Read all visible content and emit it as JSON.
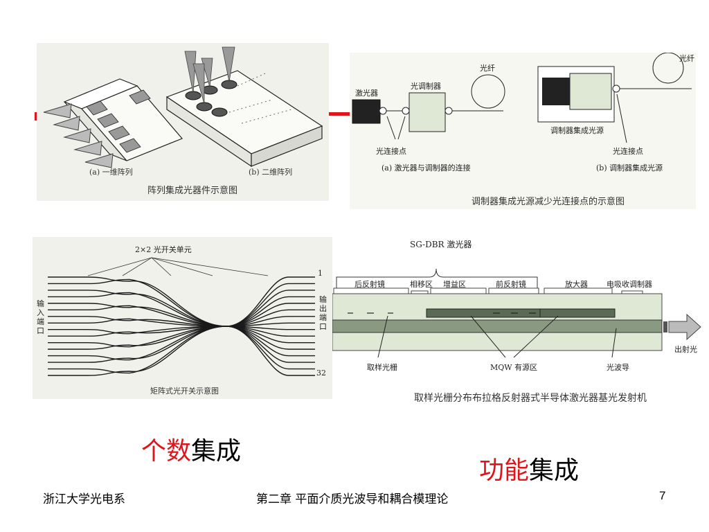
{
  "fig_array": {
    "label_a": "(a) 一维阵列",
    "label_b": "(b) 二维阵列",
    "caption": "阵列集成光器件示意图"
  },
  "fig_modulator": {
    "laser": "激光器",
    "modulator": "光调制器",
    "fiber_a": "光纤",
    "junction_a": "光连接点",
    "sub_a": "(a) 激光器与调制器的连接",
    "integrated_source": "调制器集成光源",
    "fiber_b": "光纤",
    "junction_b": "光连接点",
    "sub_b": "(b) 调制器集成光源",
    "caption": "调制器集成光源减少光连接点的示意图"
  },
  "fig_switch": {
    "top_label": "2×2 光开关单元",
    "input_label": "输入端口",
    "output_label": "输出端口",
    "port_first": "1",
    "port_last": "32",
    "caption": "矩阵式光开关示意图"
  },
  "fig_sgdbr": {
    "title": "SG-DBR 激光器",
    "rear_mirror": "后反射镜",
    "phase": "相移区",
    "gain": "增益区",
    "front_mirror": "前反射镜",
    "amplifier": "放大器",
    "eam": "电吸收调制器",
    "grating": "取样光栅",
    "mqw": "MQW 有源区",
    "waveguide": "光波导",
    "output": "出射光",
    "caption": "取样光栅分布布拉格反射器式半导体激光器基光发射机"
  },
  "headings": {
    "count_red": "个数",
    "count_black": "集成",
    "func_red": "功能",
    "func_black": "集成"
  },
  "footer": {
    "left": "浙江大学光电系",
    "center": "第二章 平面介质光波导和耦合模理论",
    "page": "7"
  },
  "colors": {
    "accent_red": "#e0141a"
  }
}
